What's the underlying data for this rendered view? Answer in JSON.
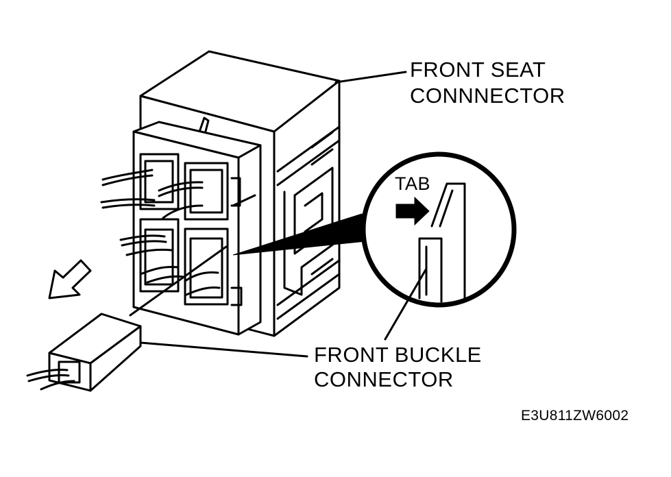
{
  "labels": {
    "front_seat_line1": "FRONT SEAT",
    "front_seat_line2": "CONNNECTOR",
    "front_buckle_line1": "FRONT BUCKLE",
    "front_buckle_line2": "CONNECTOR",
    "tab": "TAB",
    "figure_code": "E3U811ZW6002"
  }
}
